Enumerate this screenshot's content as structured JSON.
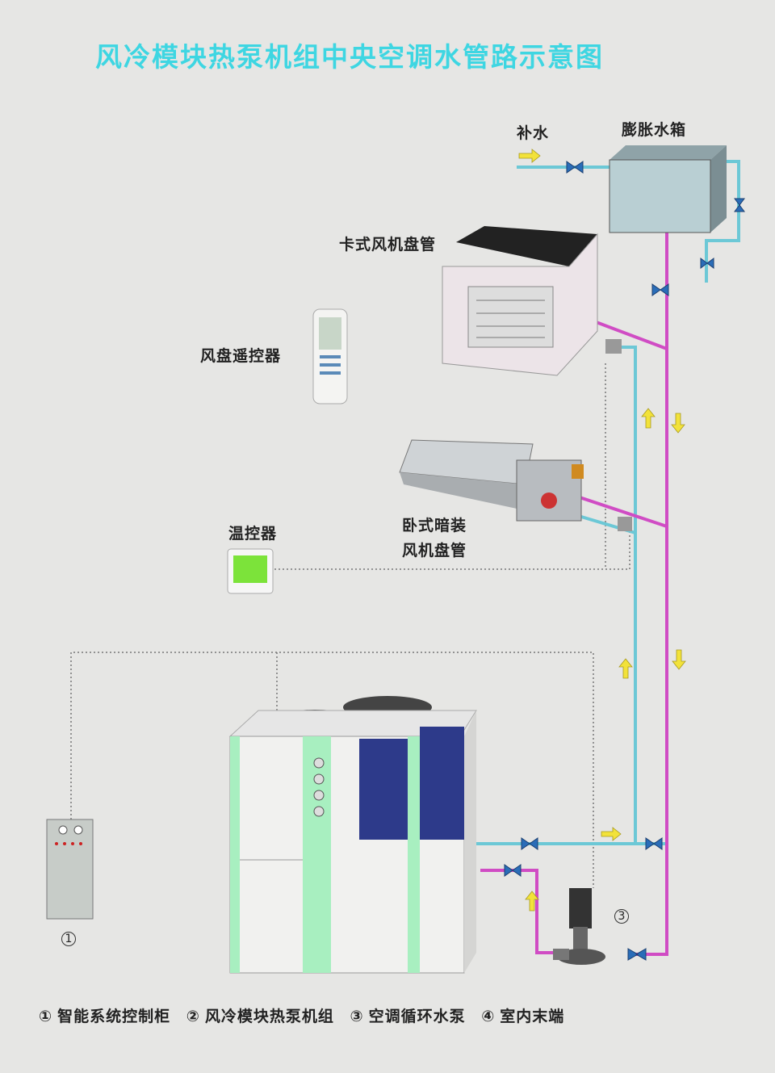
{
  "title": "风冷模块热泵机组中央空调水管路示意图",
  "labels": {
    "makeup_water": "补水",
    "expansion_tank": "膨胀水箱",
    "cassette_fcu": "卡式风机盘管",
    "fcu_remote": "风盘遥控器",
    "concealed_fcu_line1": "卧式暗装",
    "concealed_fcu_line2": "风机盘管",
    "thermostat": "温控器"
  },
  "markers": {
    "cabinet": "1",
    "pump": "3"
  },
  "legend": [
    {
      "num": "①",
      "text": "智能系统控制柜"
    },
    {
      "num": "②",
      "text": "风冷模块热泵机组"
    },
    {
      "num": "③",
      "text": "空调循环水泵"
    },
    {
      "num": "④",
      "text": "室内末端"
    }
  ],
  "colors": {
    "title": "#3ed6e2",
    "supply_pipe": "#6cc8d6",
    "return_pipe": "#d04cc4",
    "arrow": "#f2e23a",
    "unit_green": "#a8efc0"
  }
}
